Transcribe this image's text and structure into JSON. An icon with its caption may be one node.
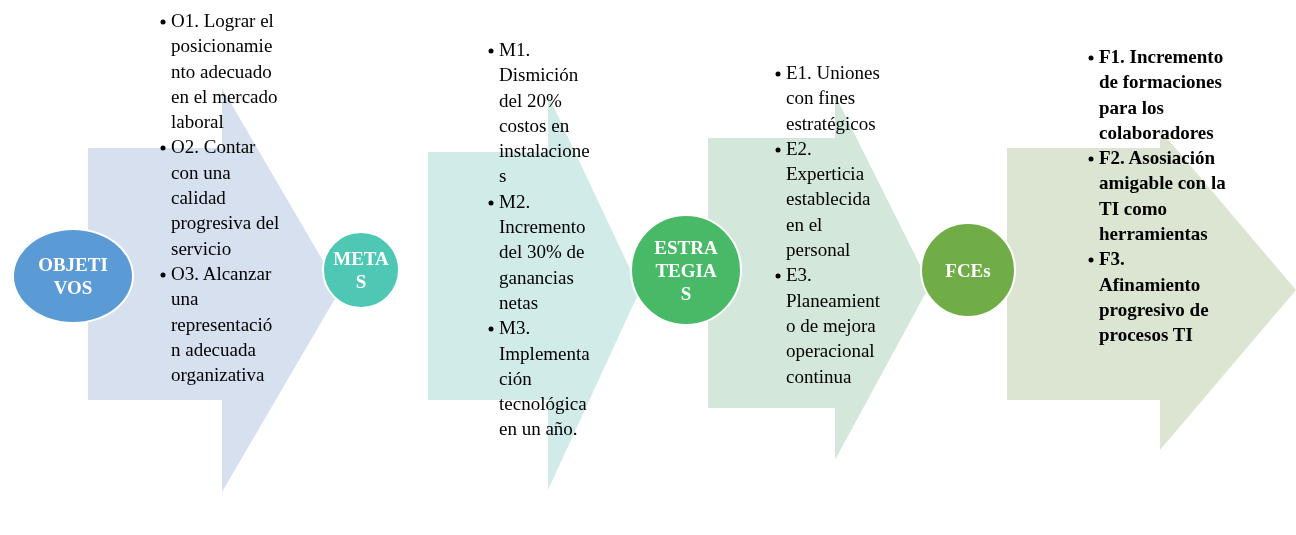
{
  "diagram": {
    "nodes": [
      {
        "text": [
          "OBJETIVOS"
        ]
      },
      {
        "text": [
          "O1. Lograr el posicionamiento adecuado en el mercado laboral",
          "O2. Contar con una calidad progresiva del servicio",
          "O3. Alcanzar una representación adecuada organizativa"
        ]
      },
      {
        "text": [
          "METAS"
        ]
      },
      {
        "text": [
          "M1. Dismición del 20% costos en instalaciones",
          "M2. Incremento del 30% de ganancias netas",
          "M3. Implementación tecnológica en un año."
        ]
      },
      {
        "text": [
          "ESTRATEGIAS"
        ]
      },
      {
        "text": [
          "E1. Uniones con fines estratégicos",
          "E2. Experticia establecida en el personal",
          "E3. Planeamiento de mejora operacional continua"
        ]
      },
      {
        "text": [
          "FCEs"
        ]
      },
      {
        "text": [
          "F1. Incremento de formaciones para los colaboradores",
          "F2. Asosiación amigable con la TI como herramientas",
          "F3. Afinamiento progresivo de procesos TI"
        ]
      }
    ],
    "edges": []
  }
}
